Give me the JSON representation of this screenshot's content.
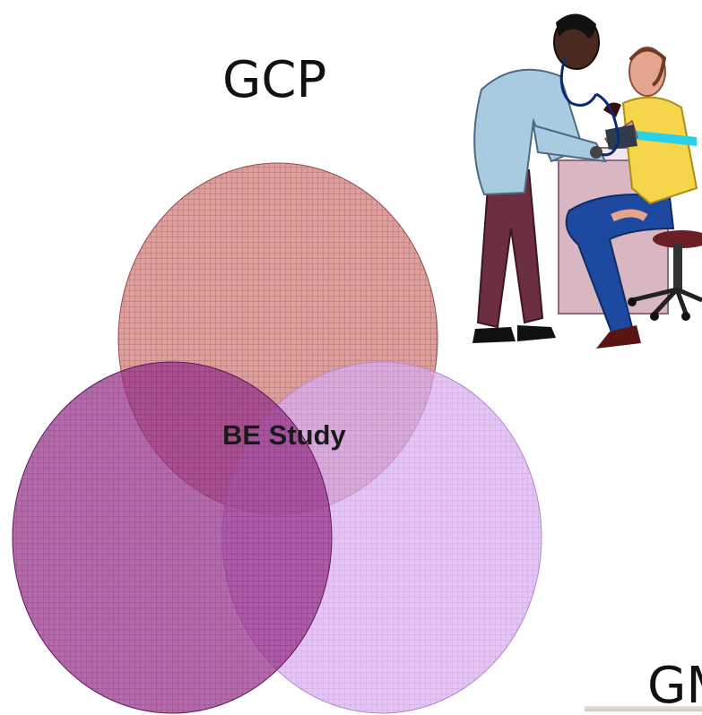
{
  "labels": {
    "top_circle": "GCP",
    "bottom_right_partial": "GM",
    "center": "BE Study"
  },
  "colors": {
    "top_circle": "#d98e87",
    "left_circle": "#9a2f8f",
    "right_circle": "#e2c2f4",
    "grid": "#6e2f4e"
  },
  "illustration": "doctor-measuring-blood-pressure"
}
